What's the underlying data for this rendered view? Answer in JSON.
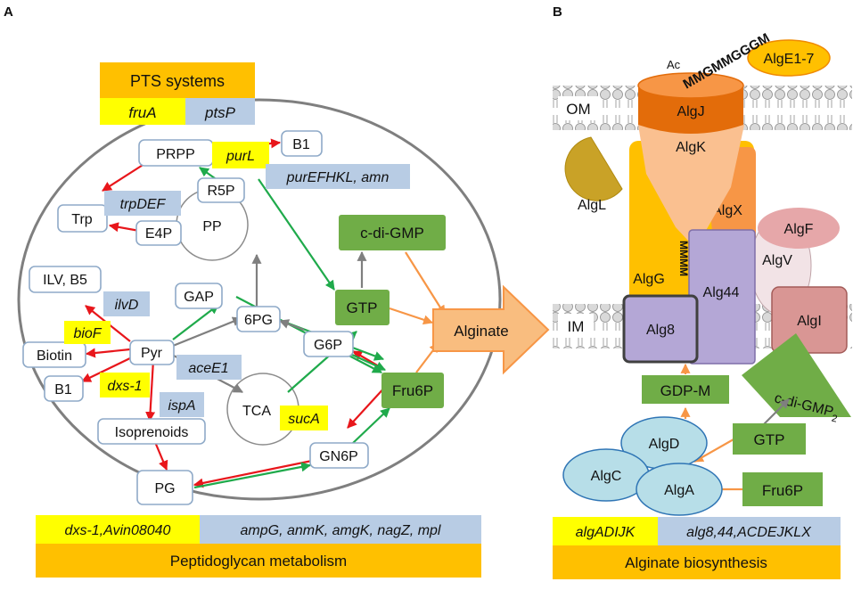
{
  "panel_a": {
    "letter": "A",
    "pts": {
      "title": "PTS systems",
      "gene_up": "fruA",
      "gene_down": "ptsP"
    },
    "nodes": {
      "prpp": "PRPP",
      "b1_top": "B1",
      "trp": "Trp",
      "r5p": "R5P",
      "pp": "PP",
      "e4p": "E4P",
      "ilv_b5": "ILV, B5",
      "gap": "GAP",
      "sixpg": "6PG",
      "pyr": "Pyr",
      "biotin": "Biotin",
      "b1_bottom": "B1",
      "g6p": "G6P",
      "tca": "TCA",
      "isoprenoids": "Isoprenoids",
      "gn6p": "GN6P",
      "pg": "PG",
      "cdigmp": "c-di-GMP",
      "gtp": "GTP",
      "fru6p": "Fru6P",
      "alginate": "Alginate"
    },
    "genes": {
      "purL": "purL",
      "purEFHKL": "purEFHKL, amn",
      "trpDEF": "trpDEF",
      "ilvD": "ilvD",
      "bioF": "bioF",
      "dxs1": "dxs-1",
      "ispA": "ispA",
      "aceE1": "aceE1",
      "sucA": "sucA"
    },
    "footer": {
      "up_genes": "dxs-1,Avin08040",
      "down_genes": "ampG, anmK, amgK, nagZ, mpl",
      "title": "Peptidoglycan metabolism"
    }
  },
  "panel_b": {
    "letter": "B",
    "om": "OM",
    "im": "IM",
    "polymer": "MMGMMGGGM",
    "acetyl": "Ac",
    "chain": "MMMM",
    "proteins": {
      "alge": "AlgE1-7",
      "algj": "AlgJ",
      "algk": "AlgK",
      "algl": "AlgL",
      "algx": "AlgX",
      "algg": "AlgG",
      "algf": "AlgF",
      "algv": "AlgV",
      "alg44": "Alg44",
      "alg8": "Alg8",
      "algi": "AlgI",
      "algd": "AlgD",
      "algc": "AlgC",
      "alga": "AlgA"
    },
    "metabolites": {
      "gdpm": "GDP-M",
      "cdigmp_base": "c-di-GMP",
      "cdigmp_sub": "2",
      "gtp": "GTP",
      "fru6p": "Fru6P"
    },
    "footer": {
      "up_genes": "algADIJK",
      "down_genes": "alg8,44,ACDEJKLX",
      "title": "Alginate biosynthesis"
    }
  },
  "colors": {
    "up": "#ffff00",
    "down": "#b8cce4",
    "header": "#ffc000",
    "green": "#70ad47",
    "red_arrow": "#e8161b",
    "green_arrow": "#1faa4b",
    "orange_arrow": "#f79646",
    "grey_arrow": "#7f7f7f"
  }
}
